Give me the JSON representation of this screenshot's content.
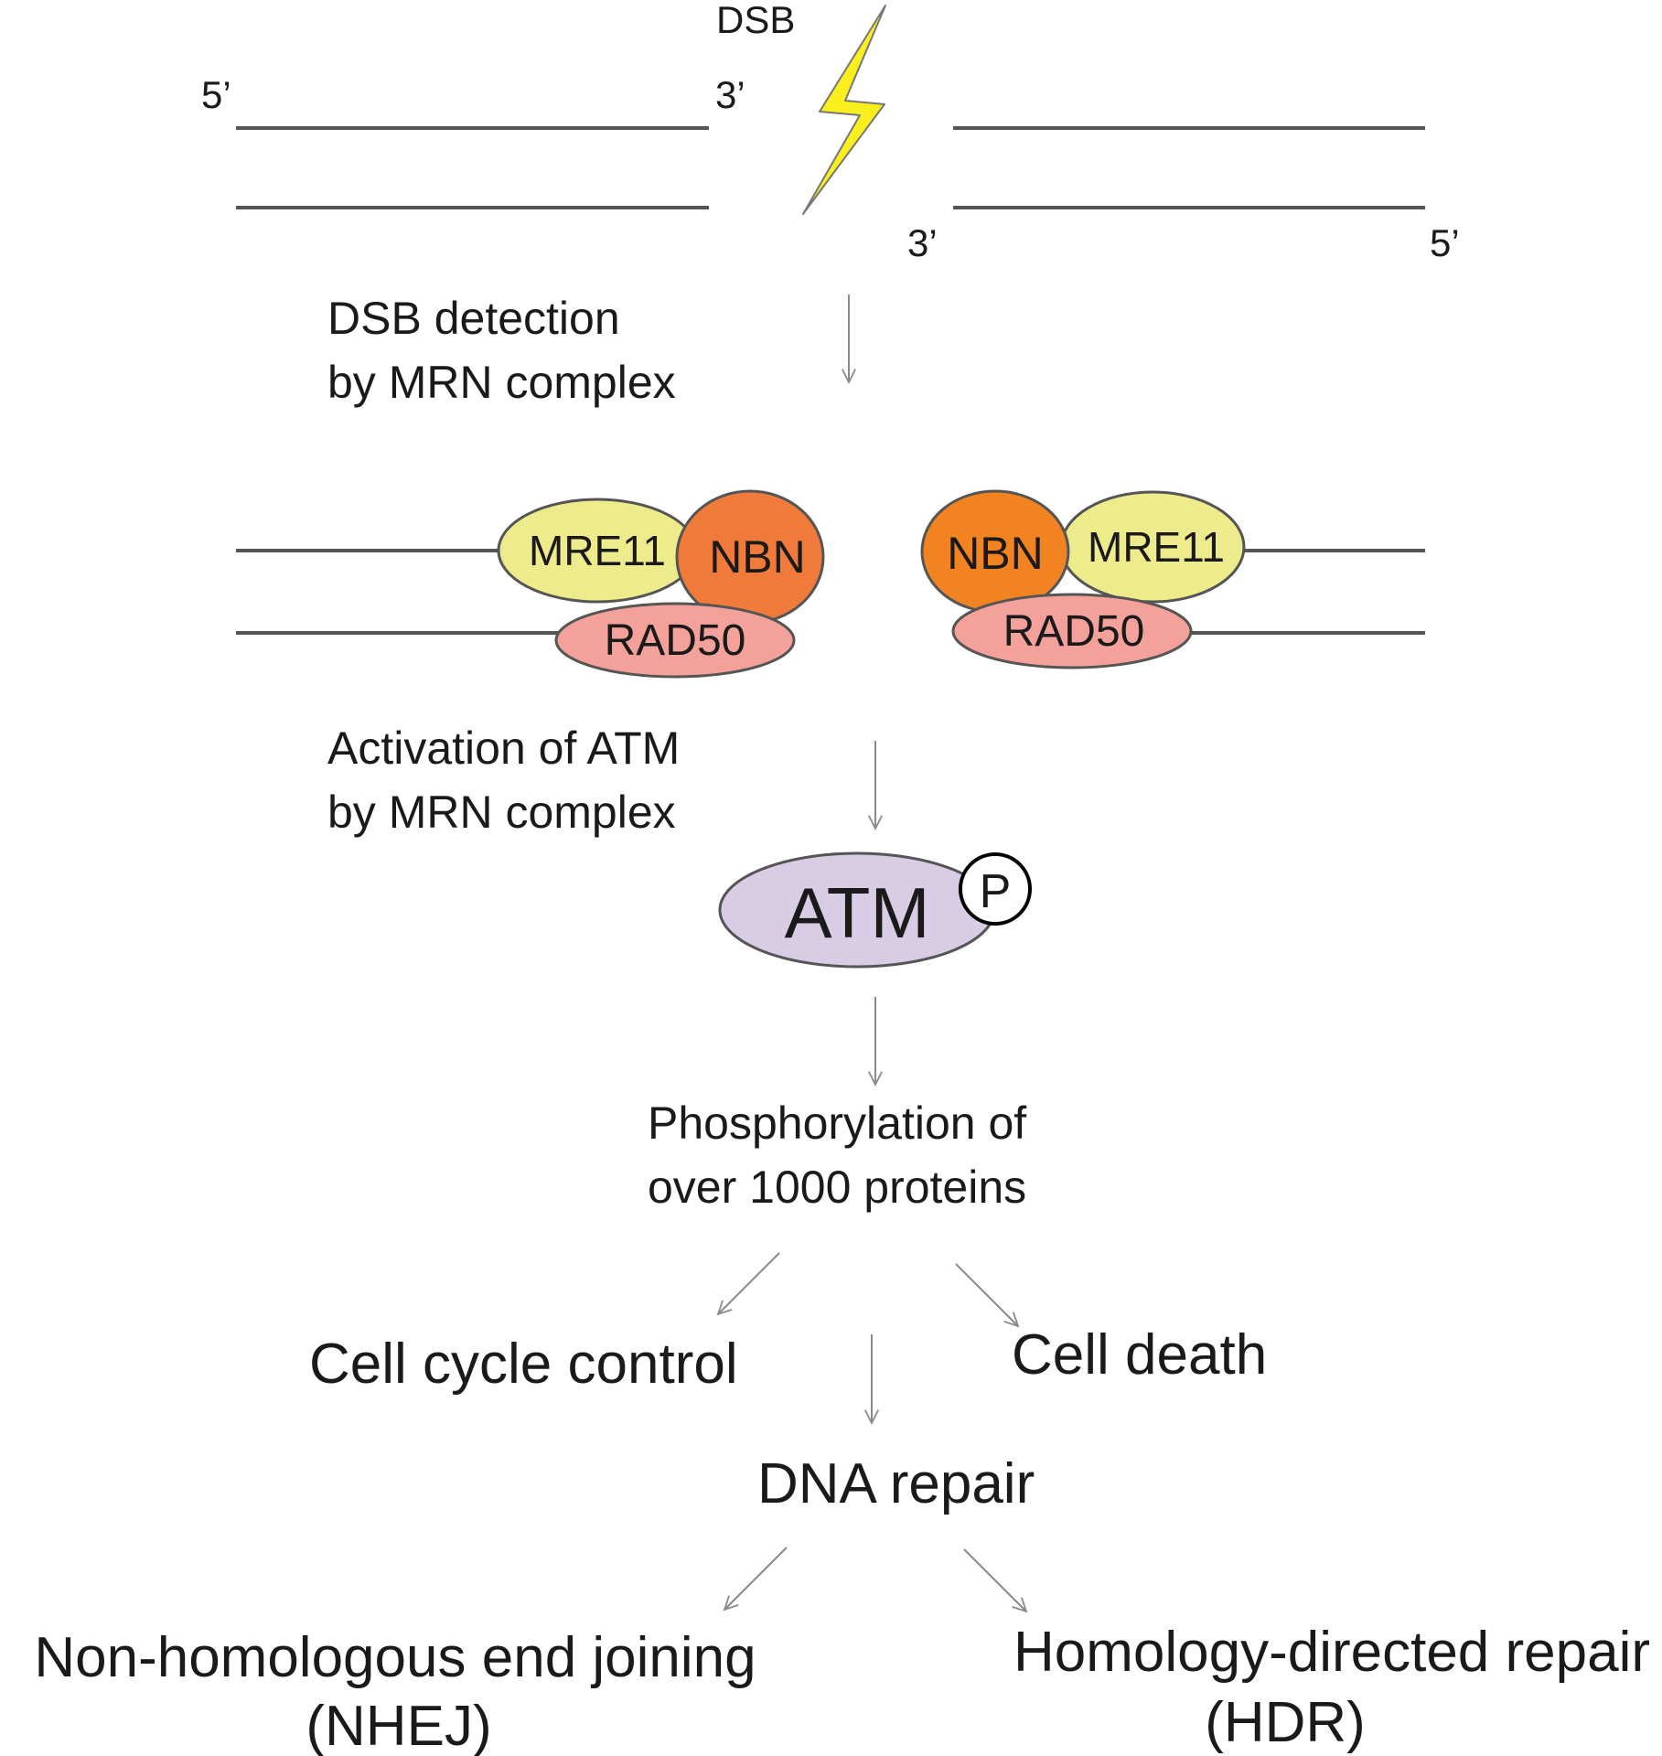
{
  "top": {
    "dsb_label": "DSB",
    "left_5_end": "5’",
    "left_3_end": "3’",
    "right_3_end": "3’",
    "right_5_end": "5’"
  },
  "steps": {
    "detection_line1": "DSB detection",
    "detection_line2": "by MRN complex",
    "activation_line1": "Activation of ATM",
    "activation_line2": "by MRN complex",
    "phospho_line1": "Phosphorylation of",
    "phospho_line2": "over 1000 proteins"
  },
  "complex_left": {
    "mre11": "MRE11",
    "nbn": "NBN",
    "rad50": "RAD50"
  },
  "complex_right": {
    "nbn": "NBN",
    "mre11": "MRE11",
    "rad50": "RAD50"
  },
  "atm": {
    "label": "ATM",
    "phospho": "P"
  },
  "outcomes": {
    "cell_cycle": "Cell cycle control",
    "cell_death": "Cell death",
    "dna_repair": "DNA repair"
  },
  "repair_paths": {
    "nhej_line1": "Non-homologous end joining",
    "nhej_line2": "(NHEJ)",
    "hdr_line1": "Homology-directed repair",
    "hdr_line2": "(HDR)"
  },
  "colors": {
    "mre11": "#eeeb8c",
    "nbn_left": "#f07a3a",
    "nbn_right": "#f18421",
    "rad50": "#f4a19b",
    "atm": "#d9cde6",
    "bolt": "#f8ef1c"
  }
}
